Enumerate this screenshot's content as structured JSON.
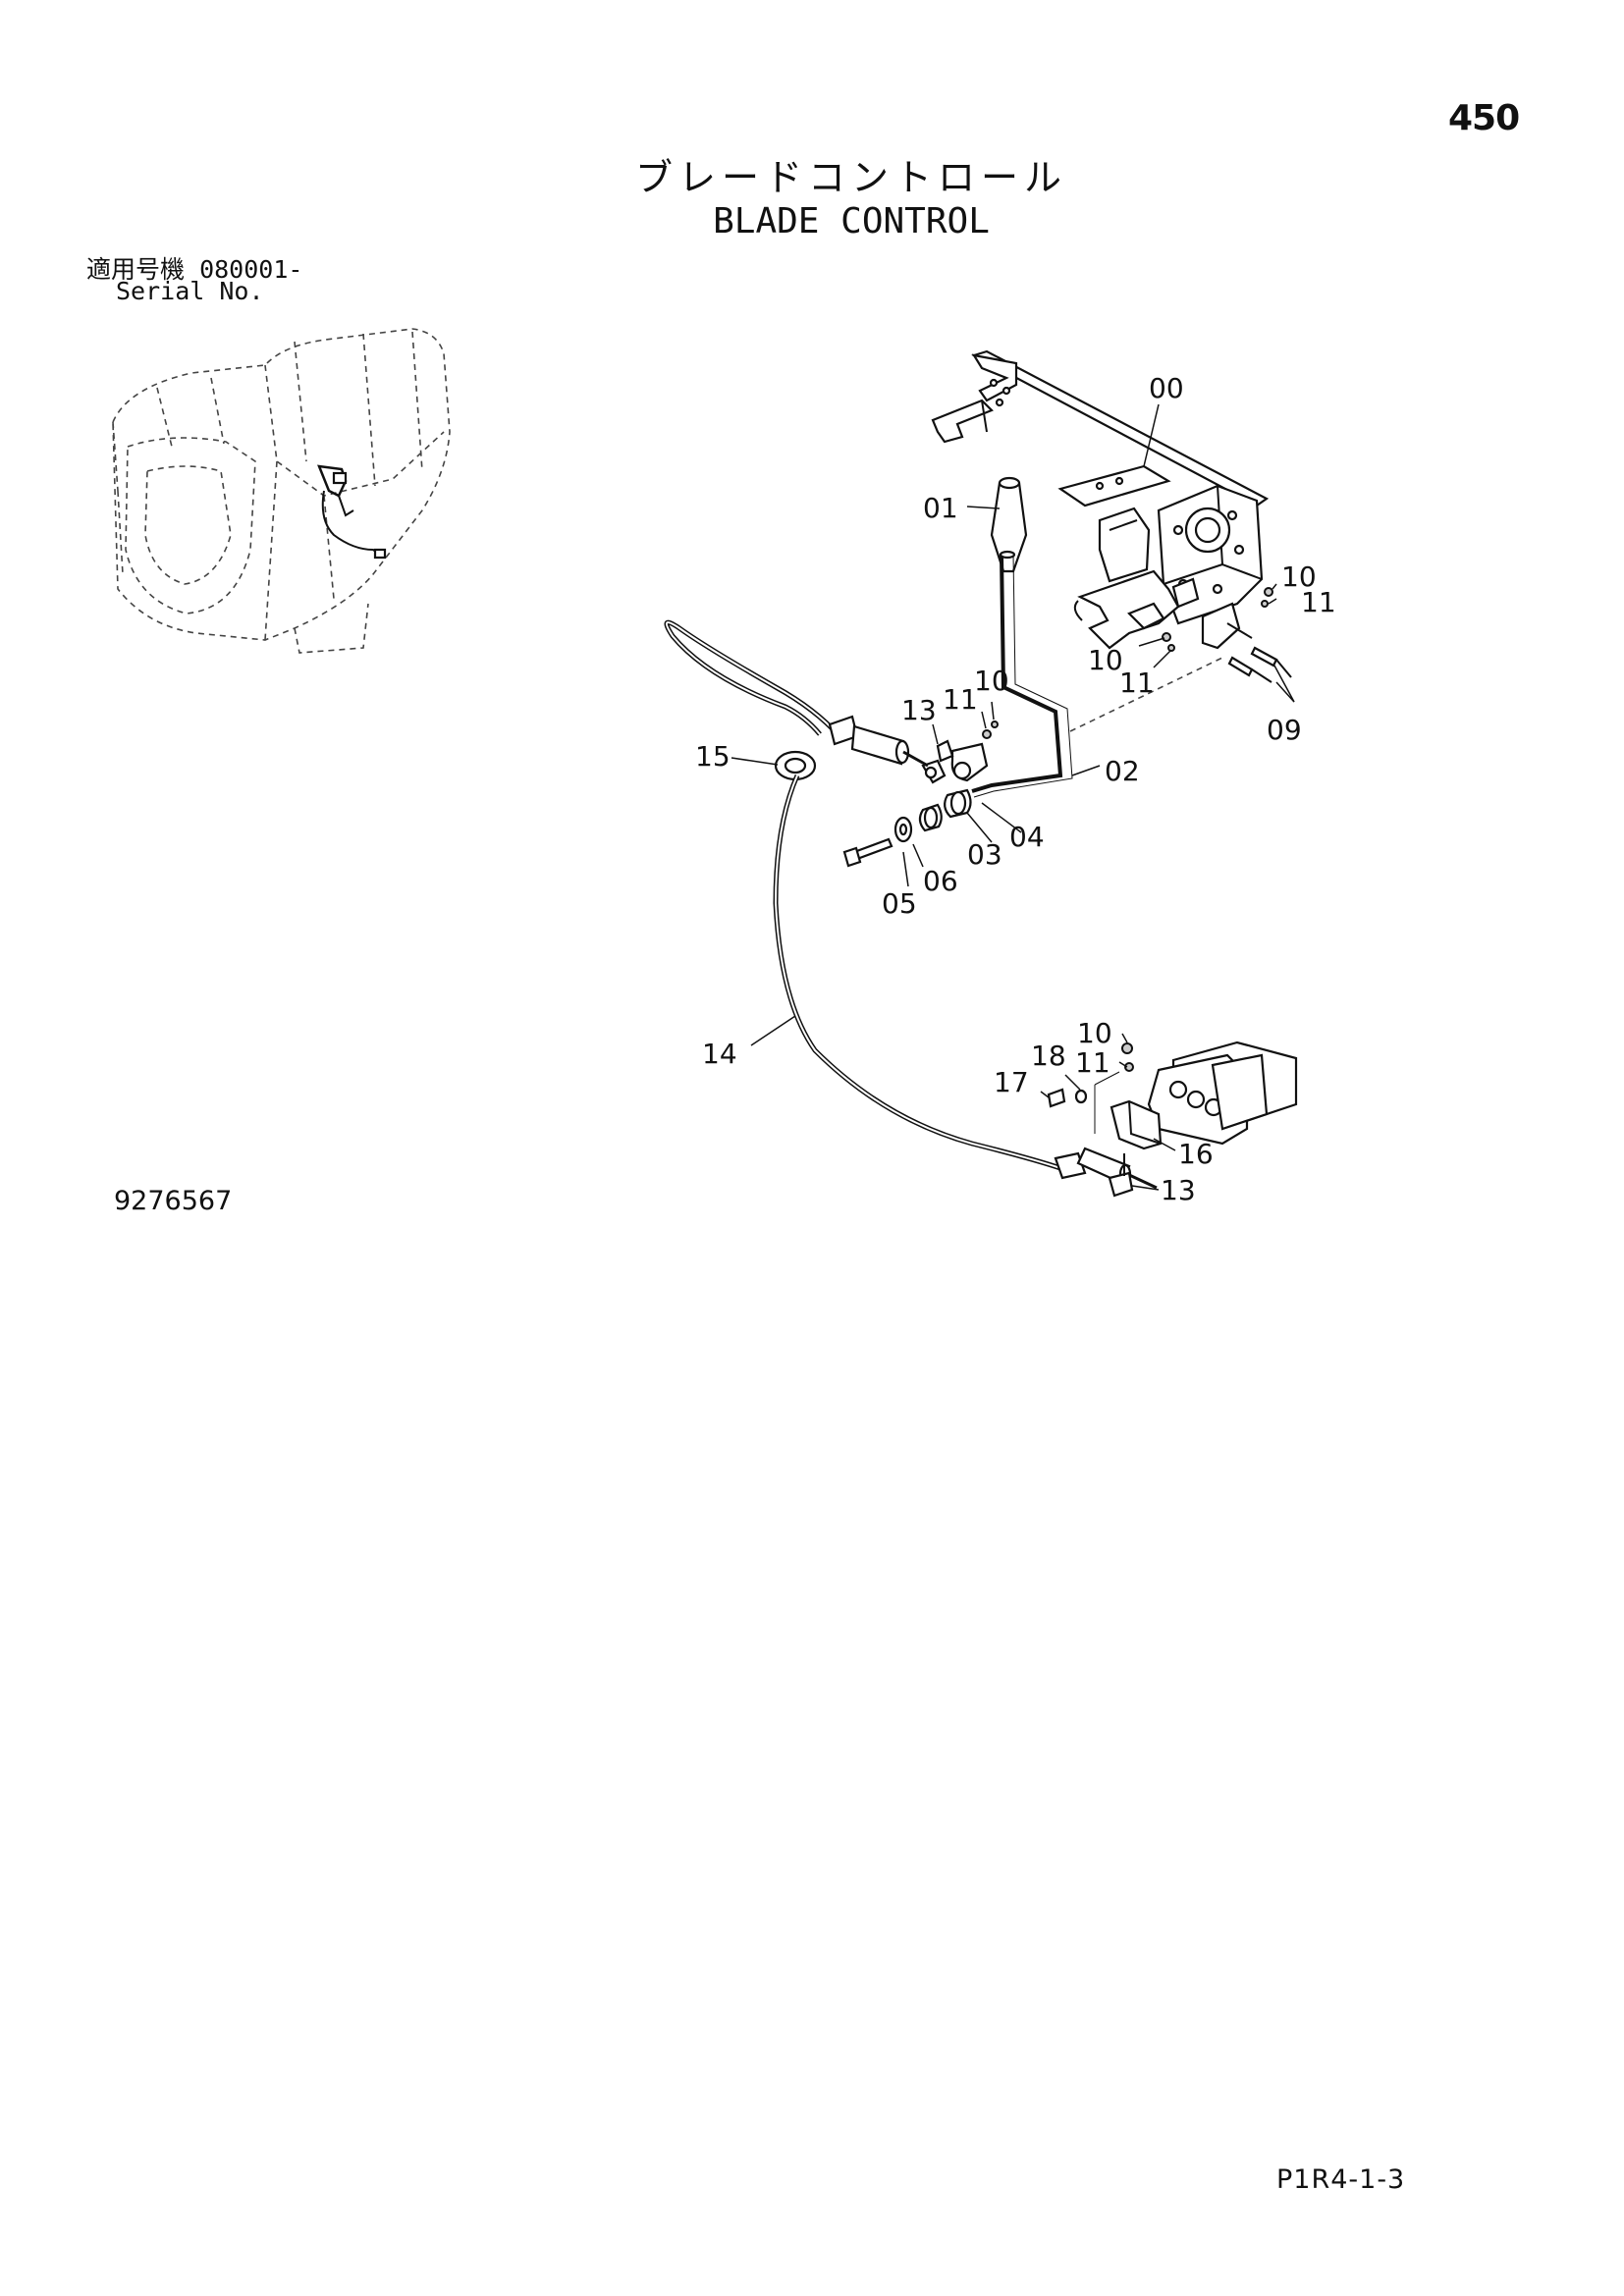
{
  "header": {
    "page_number": "450",
    "title_jp": "ブレードコントロール",
    "title_en": "BLADE CONTROL",
    "applicable_label_jp": "適用号機",
    "serial_value": "080001-",
    "serial_label_en": "Serial No."
  },
  "footer": {
    "drawing_number": "9276567",
    "page_code": "P1R4-1-3"
  },
  "callouts": {
    "c00": "00",
    "c01": "01",
    "c02": "02",
    "c03": "03",
    "c04": "04",
    "c05": "05",
    "c06": "06",
    "c09": "09",
    "c10a": "10",
    "c11a": "11",
    "c10b": "10",
    "c11b": "11",
    "c13a": "13",
    "c11c": "11",
    "c10c": "10",
    "c14": "14",
    "c15": "15",
    "c10d": "10",
    "c18": "18",
    "c11d": "11",
    "c17": "17",
    "c16": "16",
    "c13b": "13"
  }
}
